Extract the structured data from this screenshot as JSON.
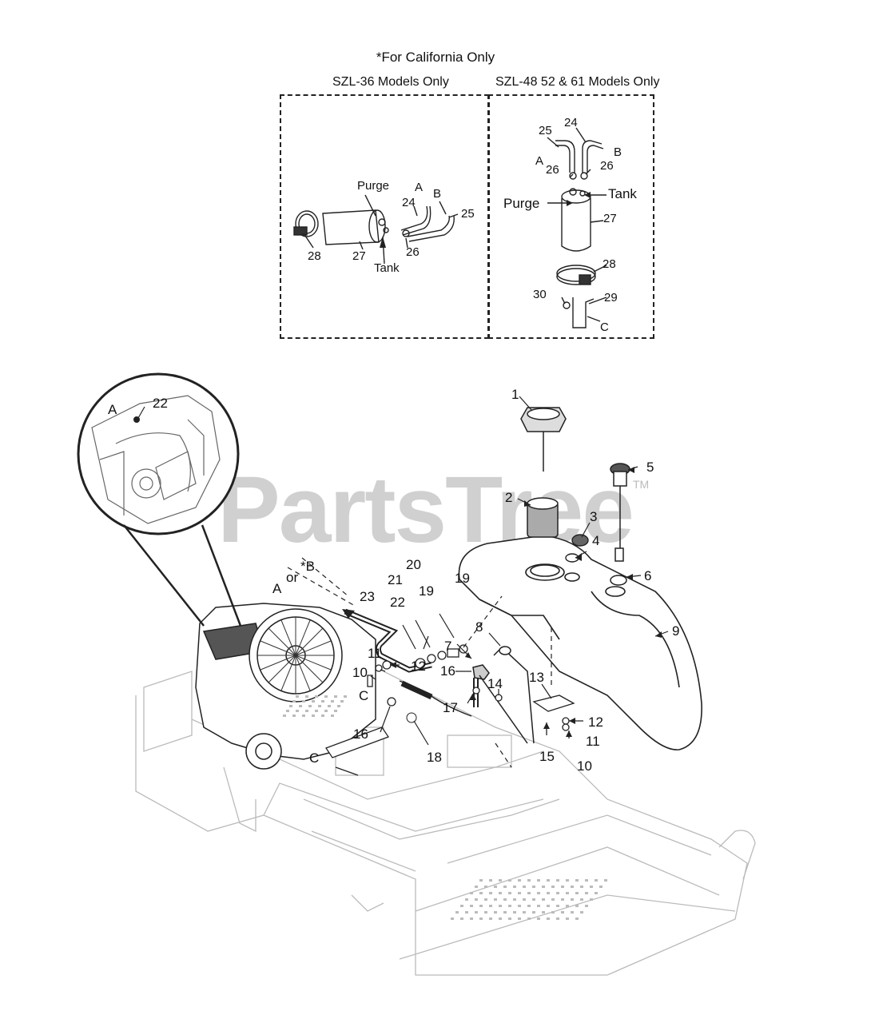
{
  "header": {
    "title": "*For California Only",
    "left_box_title": "SZL-36 Models Only",
    "right_box_title": "SZL-48 52 & 61 Models Only"
  },
  "left_box": {
    "purge": "Purge",
    "tank": "Tank",
    "a": "A",
    "b": "B",
    "p24": "24",
    "p25": "25",
    "p26": "26",
    "p27": "27",
    "p28": "28"
  },
  "right_box": {
    "p24": "24",
    "p25": "25",
    "a": "A",
    "b": "B",
    "p26a": "26",
    "p26b": "26",
    "purge": "Purge",
    "tank": "Tank",
    "p27": "27",
    "p28": "28",
    "p29": "29",
    "p30": "30",
    "c": "C"
  },
  "detail": {
    "a": "A",
    "p22": "22"
  },
  "watermark": {
    "text": "PartsTree",
    "tm": "TM"
  },
  "main": {
    "p1": "1",
    "p2": "2",
    "p3": "3",
    "p4": "4",
    "p5": "5",
    "p6": "6",
    "p7": "7",
    "p8": "8",
    "p9": "9",
    "p10a": "10",
    "p10b": "10",
    "p11a": "11",
    "p11b": "11",
    "p12a": "12",
    "p12b": "12",
    "p13": "13",
    "p14": "14",
    "p15": "15",
    "p16a": "16",
    "p16b": "16",
    "p17": "17",
    "p18": "18",
    "p19a": "19",
    "p19b": "19",
    "p20": "20",
    "p21": "21",
    "p22": "22",
    "p23": "23",
    "a": "A",
    "or": "or",
    "b": "*B",
    "c1": "C",
    "c2": "C"
  }
}
